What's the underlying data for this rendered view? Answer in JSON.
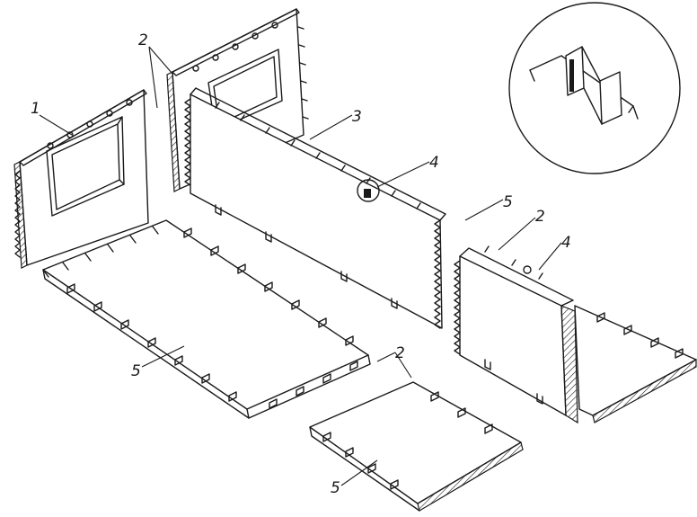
{
  "callouts": {
    "c1": "1",
    "c2_top": "2",
    "c3": "3",
    "c4_center": "4",
    "c5_right": "5",
    "c2_right": "2",
    "c4_right": "4",
    "c5_floor": "5",
    "c2_bottom": "2",
    "c5_bottom": "5"
  }
}
